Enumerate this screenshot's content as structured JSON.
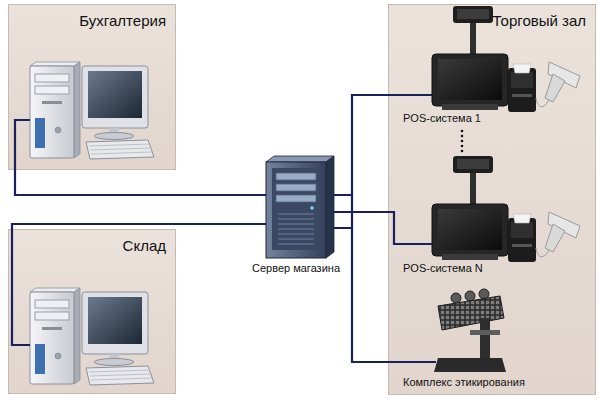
{
  "diagram": {
    "nodes": [
      {
        "text": [
          "Бухгалтерия"
        ]
      },
      {
        "text": [
          "Склад"
        ]
      },
      {
        "text": [
          "Сервер магазина"
        ]
      },
      {
        "text": [
          "Торговый зал"
        ]
      },
      {
        "text": [
          "POS-система 1"
        ],
        "in": 3
      },
      {
        "text": [
          "POS-система N"
        ],
        "in": 3
      },
      {
        "text": [
          "Комплекс этикирования"
        ],
        "in": 3
      }
    ],
    "edges": [
      {
        "from": 0,
        "to": 2,
        "arrow": "none"
      },
      {
        "from": 1,
        "to": 2,
        "arrow": "none"
      },
      {
        "from": 2,
        "to": 4,
        "arrow": "none"
      },
      {
        "from": 2,
        "to": 5,
        "arrow": "none"
      },
      {
        "from": 2,
        "to": 6,
        "arrow": "none"
      }
    ]
  }
}
